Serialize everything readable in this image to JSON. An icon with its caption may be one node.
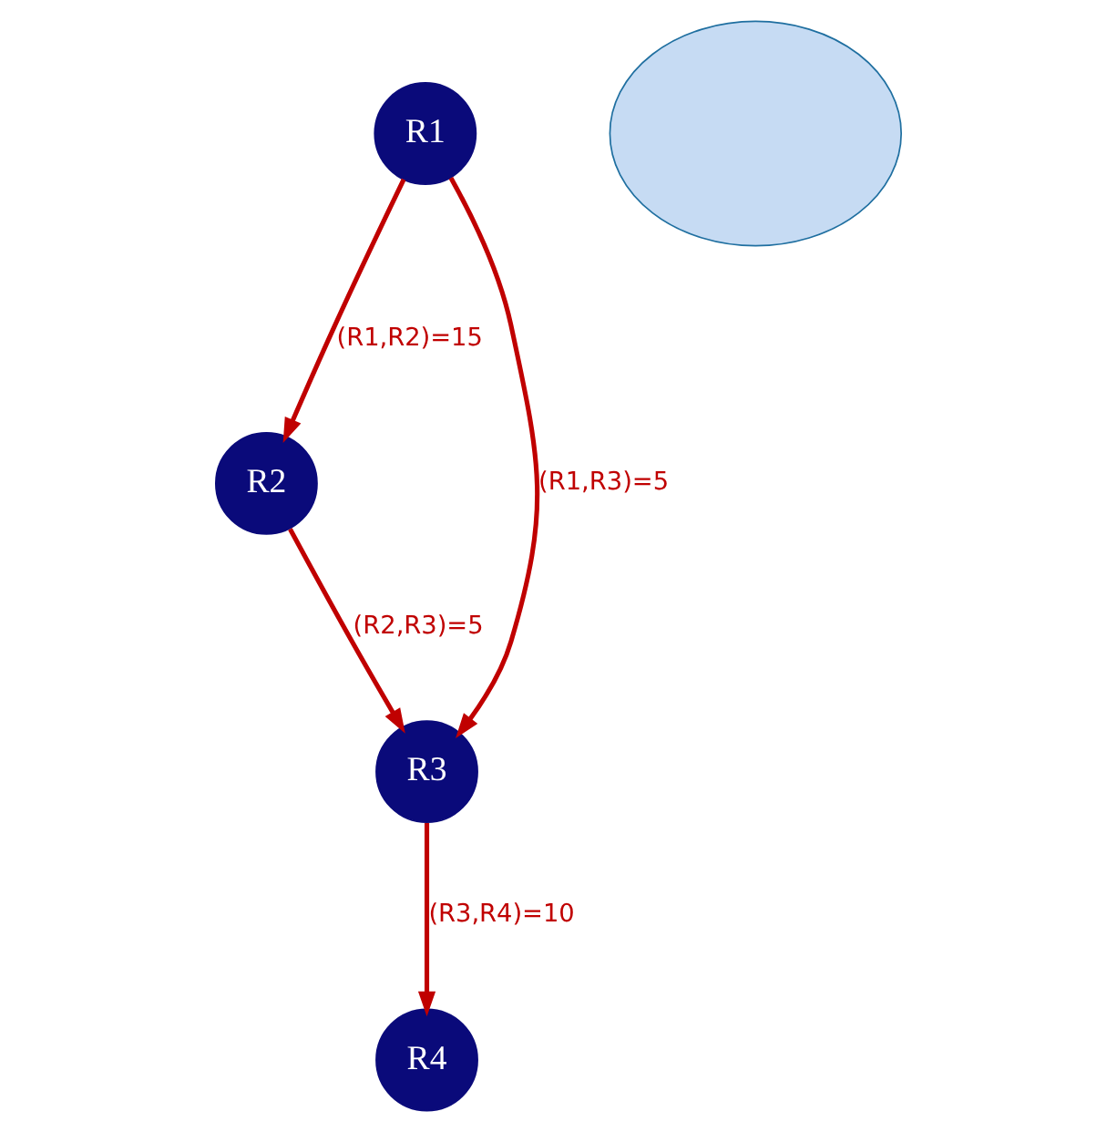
{
  "diagram": {
    "nodes": [
      {
        "text": [
          "R1"
        ]
      },
      {
        "text": [
          "R2"
        ]
      },
      {
        "text": [],
        "shape": "cloud"
      },
      {
        "text": [
          "R4"
        ]
      },
      {
        "text": [
          "R3"
        ]
      }
    ],
    "edges": [
      {
        "from": 0,
        "to": 1,
        "arrow": "to",
        "label": "(R1,R2)=15"
      },
      {
        "from": 0,
        "to": 4,
        "arrow": "to",
        "label": "(R1,R3)=5"
      },
      {
        "from": 1,
        "to": 4,
        "arrow": "to",
        "label": "(R2,R3)=5"
      },
      {
        "from": 4,
        "to": 3,
        "arrow": "to",
        "label": "(R3,R4)=10"
      }
    ]
  }
}
